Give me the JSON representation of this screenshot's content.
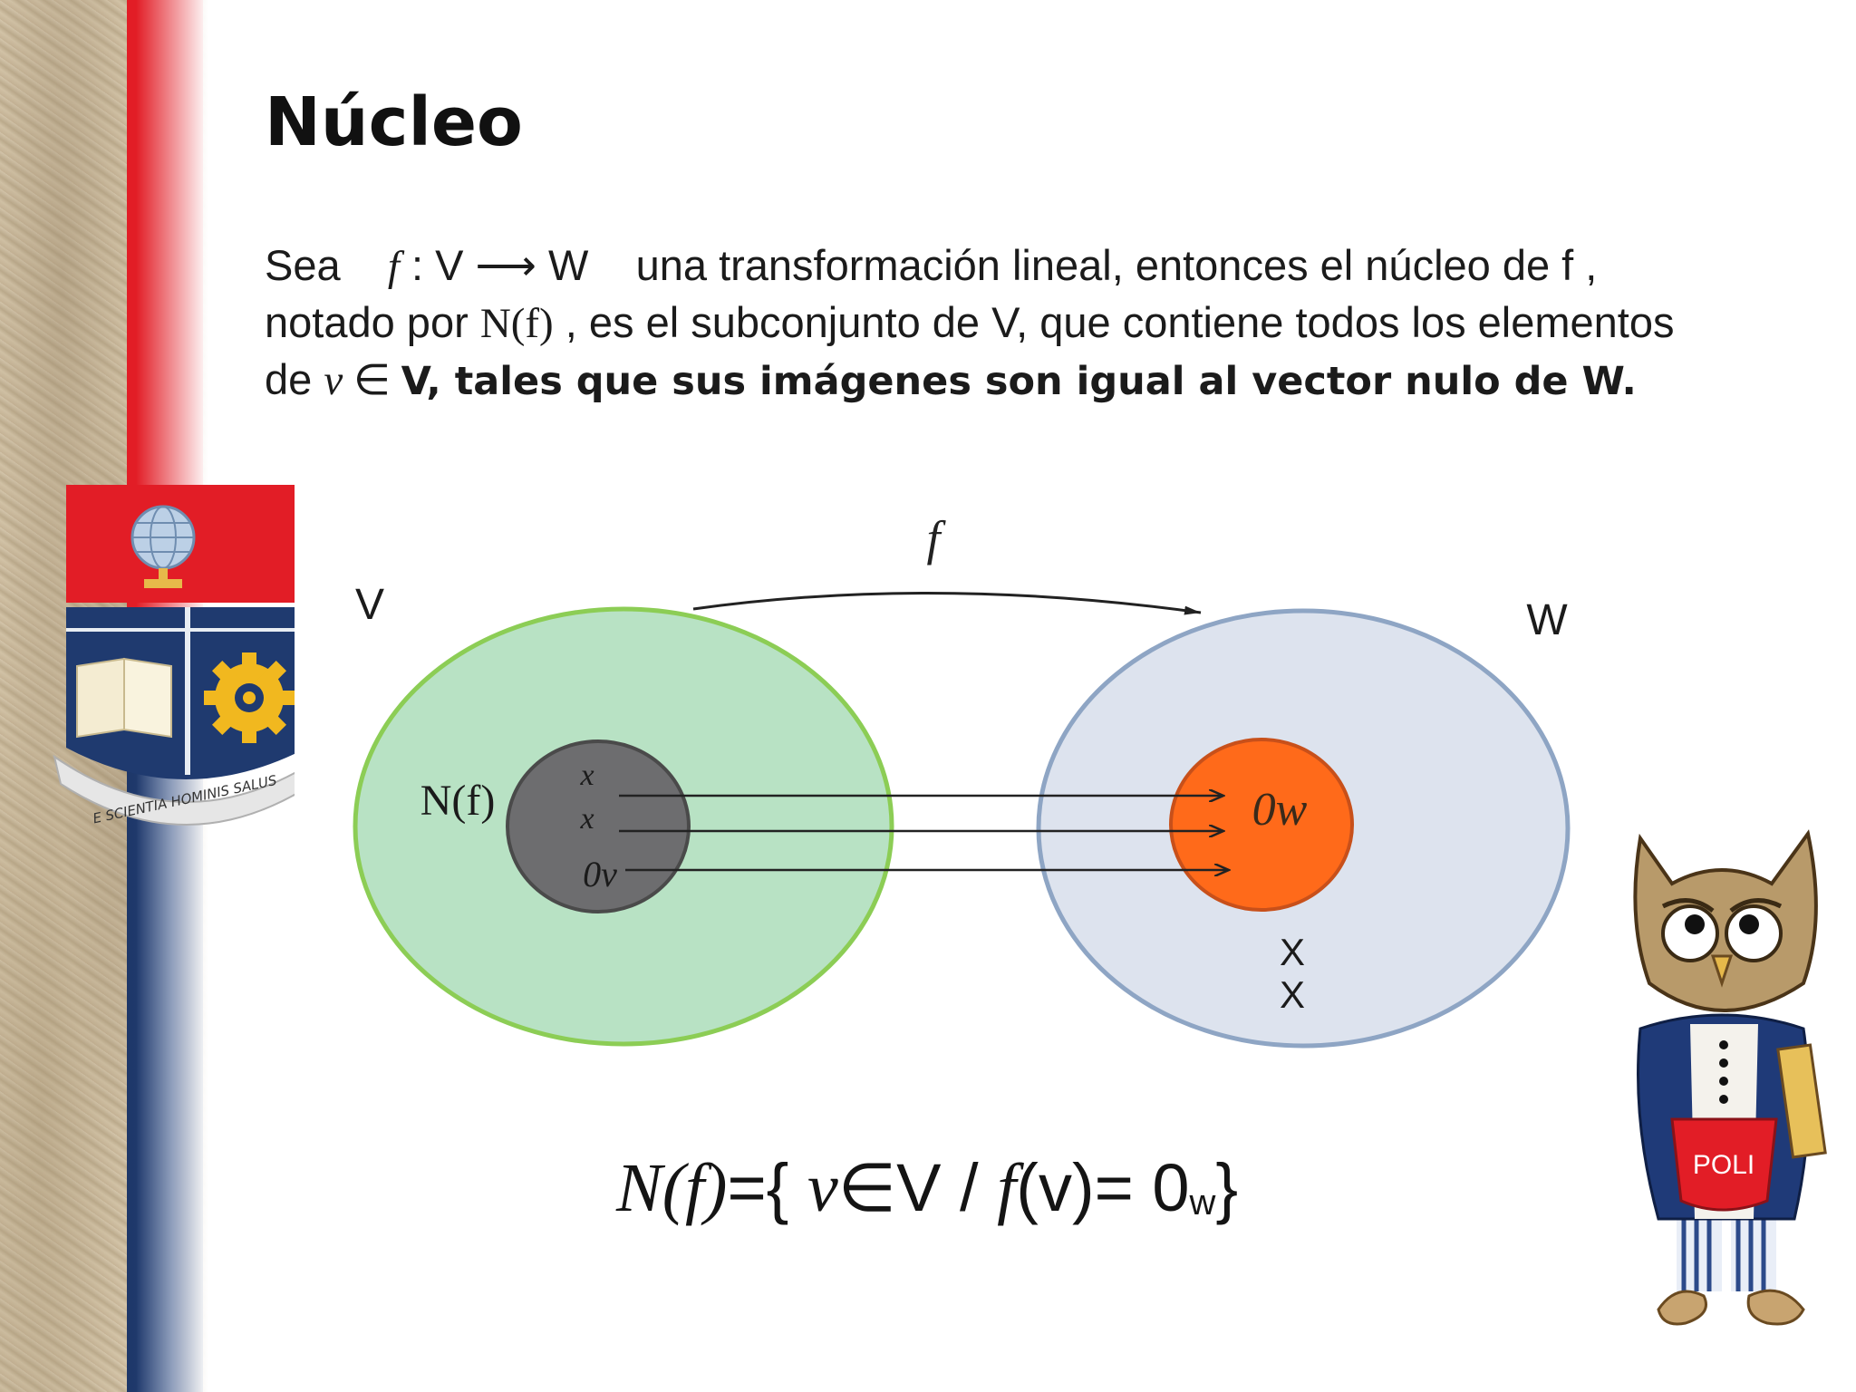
{
  "slide": {
    "title": "Núcleo",
    "definition": {
      "sea": "Sea",
      "f": "f",
      "colon_v": " : V ",
      "arrow": "⟶",
      "w": "W",
      "tail1": "   una transformación lineal, entonces el núcleo de f ,",
      "notado": "notado por ",
      "nf": "N(f)",
      "tail2": " , es el subconjunto de V, que contiene todos los elementos",
      "de": "de ",
      "v": "v",
      "in": " ∈ ",
      "bold_tail": "V, tales que sus imágenes son igual al vector nulo de W."
    }
  },
  "diagram": {
    "map_label": "f",
    "set_v_label": "V",
    "set_w_label": "W",
    "kernel_label": "N(f)",
    "kernel_elements": [
      "x",
      "x",
      "0v"
    ],
    "zero_w_label": "0w",
    "other_w_elements": [
      "X",
      "X"
    ],
    "colors": {
      "set_v_fill": "#b8e2c4",
      "set_v_stroke": "#8ccd55",
      "set_w_fill": "#dde3ee",
      "set_w_stroke": "#8ea5c4",
      "kernel_fill": "#6d6d6f",
      "kernel_stroke": "#4a4a4a",
      "zero_fill": "#ff6a1a",
      "zero_stroke": "#c8501a",
      "arrow": "#222222"
    }
  },
  "formula": {
    "nf": "N(f)",
    "eq_open": "={ ",
    "v": "v",
    "in_v": "∈V / ",
    "f": "f",
    "fv_eq": "(v)= 0",
    "sub_w": "w",
    "close": "}"
  },
  "decorations": {
    "crest_motto": "E SCIENTIA HOMINIS SALUS",
    "owl_shirt": "POLI",
    "band_red": "#e21d26",
    "band_blue": "#1f3a6f"
  }
}
